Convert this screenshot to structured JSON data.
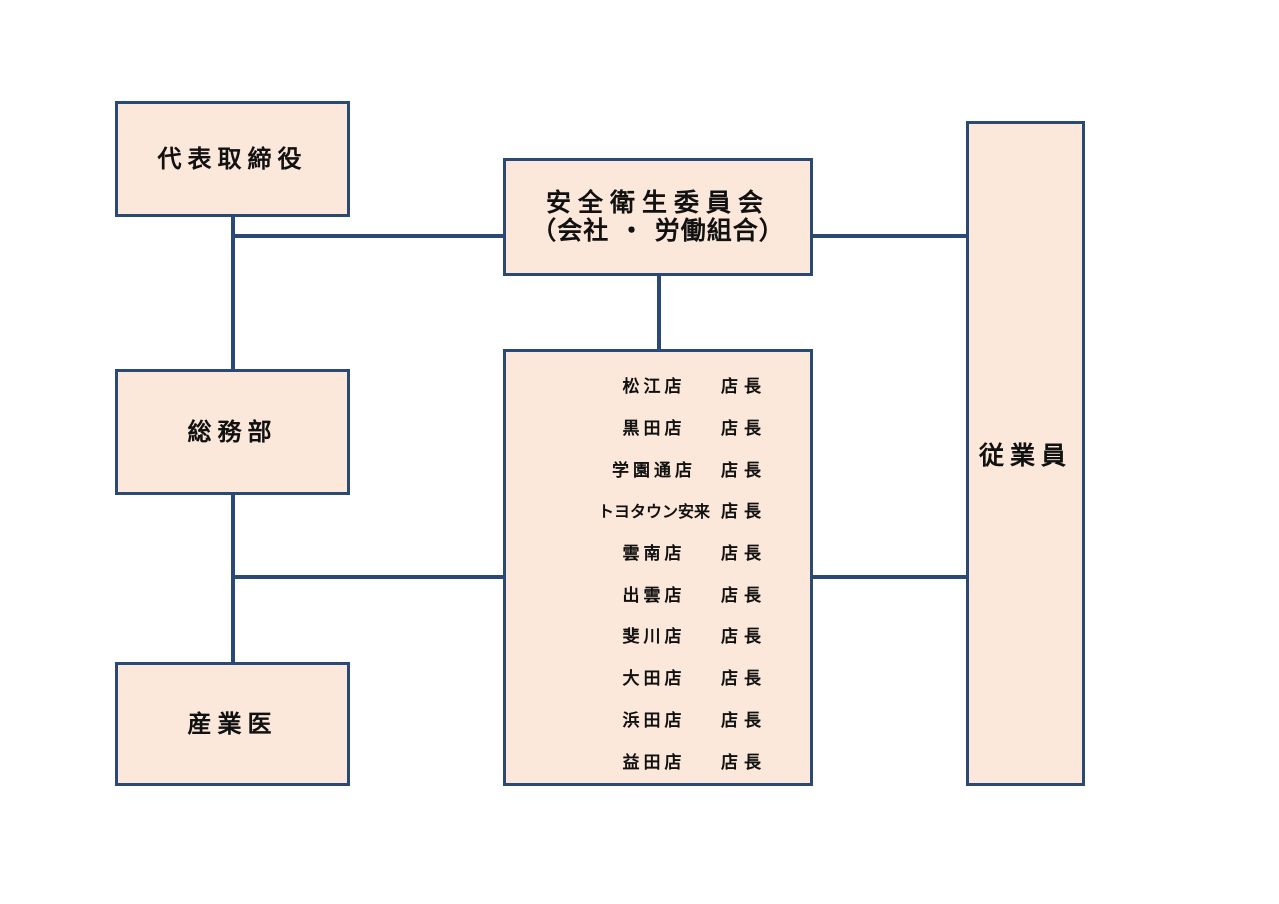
{
  "diagram": {
    "colors": {
      "box_fill": "#fce8db",
      "box_border": "#2a4a75",
      "connector": "#2a4a75",
      "text": "#111111"
    },
    "boxes": {
      "ceo": {
        "label": "代表取締役"
      },
      "general_affairs": {
        "label": "総務部"
      },
      "industrial_physician": {
        "label": "産業医"
      },
      "committee": {
        "line1": "安全衛生委員会",
        "line2": "（会社 ・ 労働組合）"
      },
      "employees": {
        "label": "従業員"
      }
    },
    "stores": [
      {
        "name": "松江店",
        "role": "店長"
      },
      {
        "name": "黒田店",
        "role": "店長"
      },
      {
        "name": "学園通店",
        "role": "店長"
      },
      {
        "name": "トヨタウン安来",
        "role": "店長"
      },
      {
        "name": "雲南店",
        "role": "店長"
      },
      {
        "name": "出雲店",
        "role": "店長"
      },
      {
        "name": "斐川店",
        "role": "店長"
      },
      {
        "name": "大田店",
        "role": "店長"
      },
      {
        "name": "浜田店",
        "role": "店長"
      },
      {
        "name": "益田店",
        "role": "店長"
      }
    ]
  }
}
